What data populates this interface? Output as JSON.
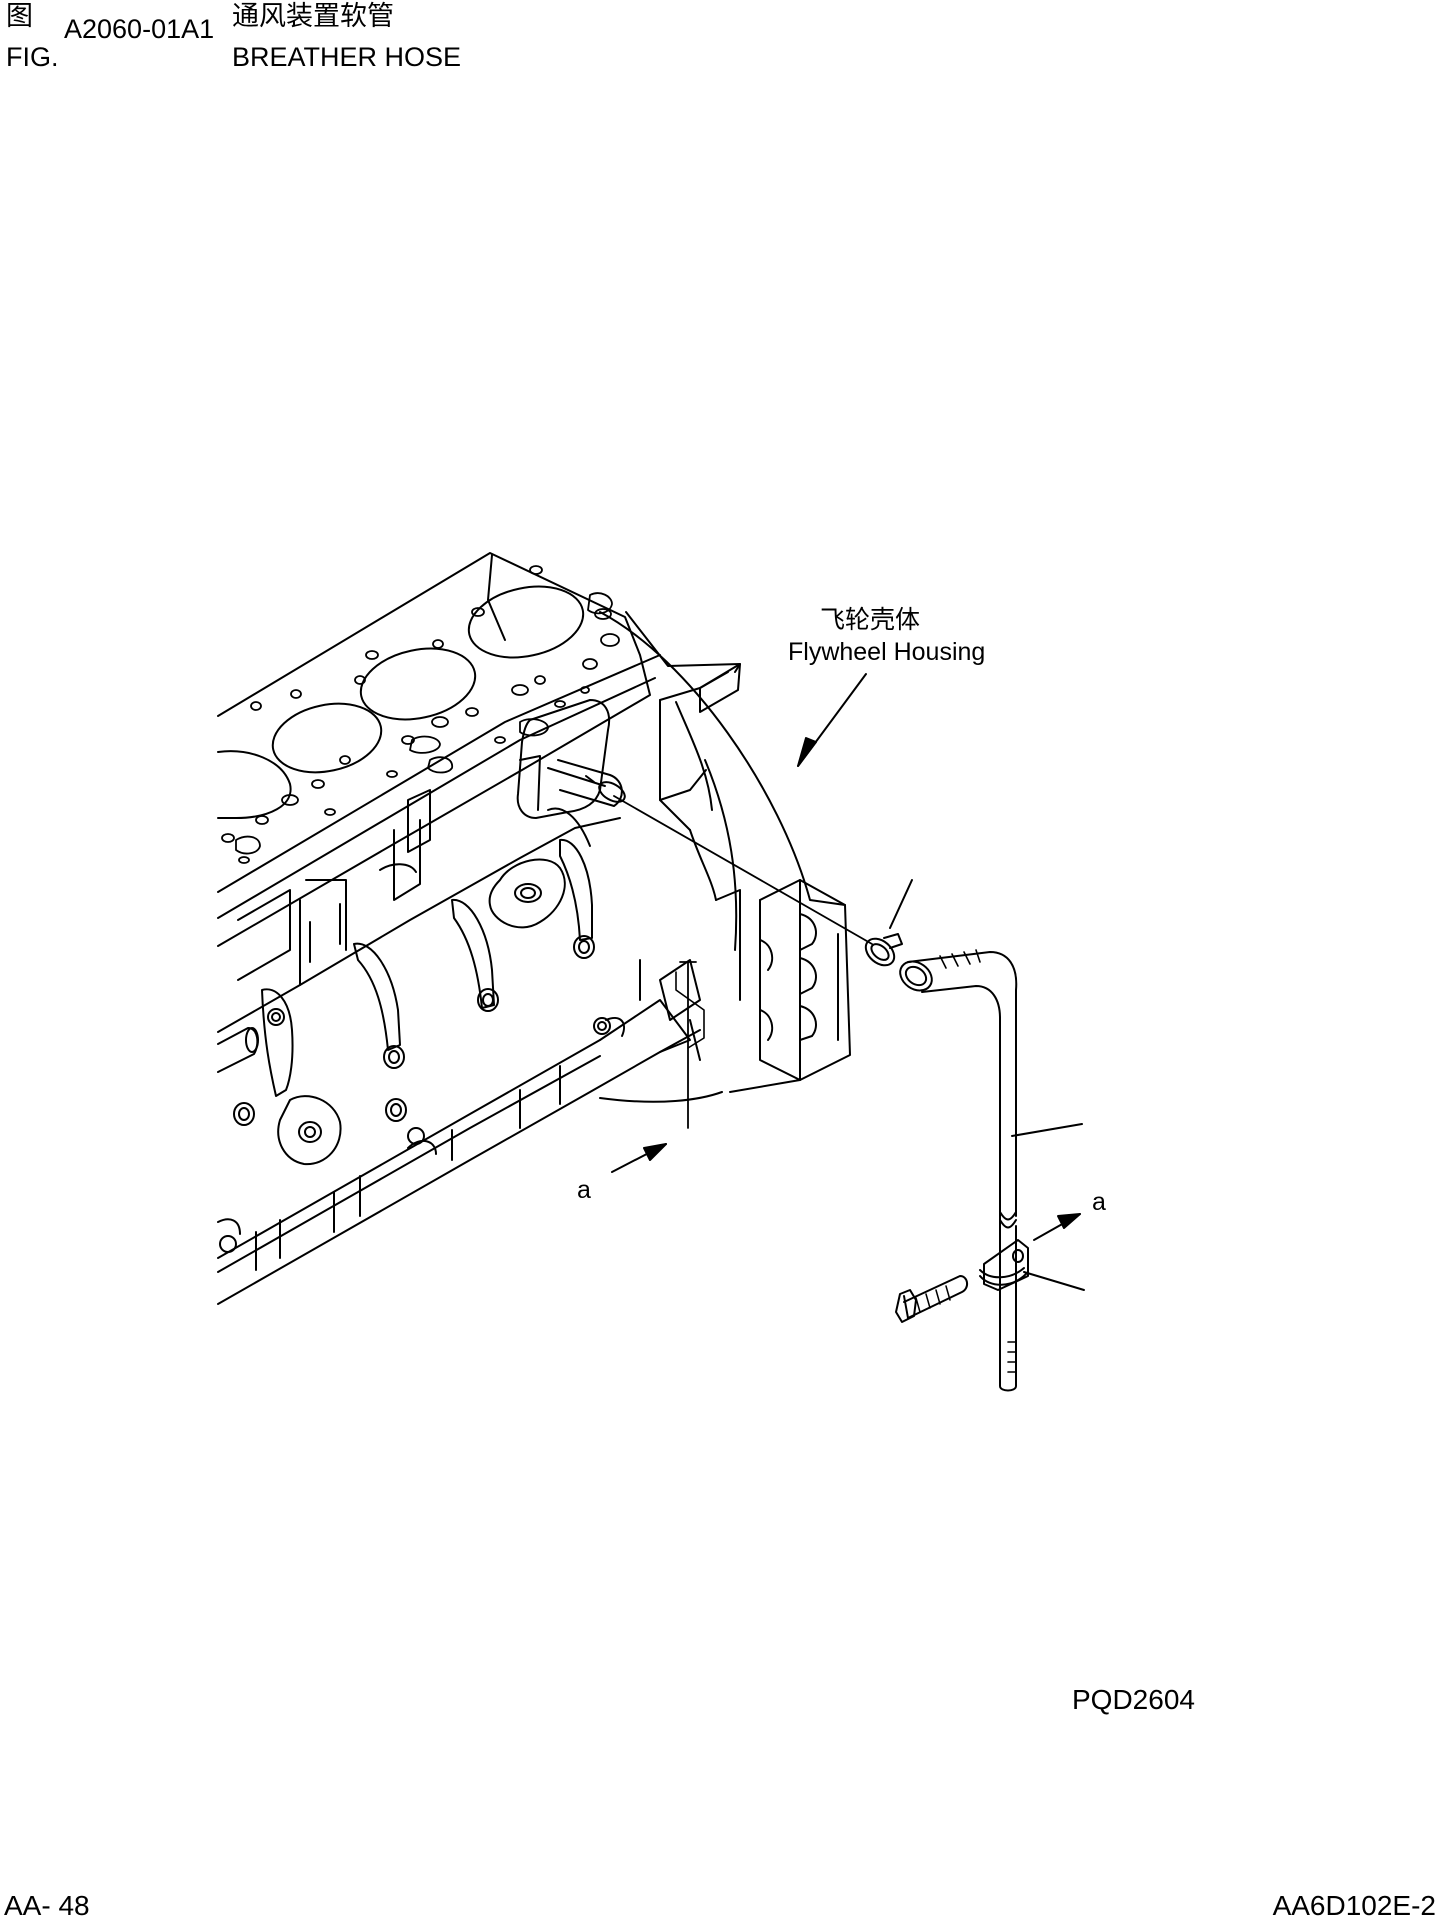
{
  "header": {
    "fig_char": "图",
    "fig_label": "FIG.",
    "fig_number": "A2060-01A1",
    "title_cn": "通风装置软管",
    "title_en": "BREATHER HOSE"
  },
  "callouts": {
    "flywheel_housing_cn": "飞轮壳体",
    "flywheel_housing_en": "Flywheel Housing",
    "view_arrow_left": "a",
    "view_arrow_right": "a"
  },
  "footer": {
    "drawing_code": "PQD2604",
    "page_number": "AA- 48",
    "catalog_code": "AA6D102E-2"
  }
}
